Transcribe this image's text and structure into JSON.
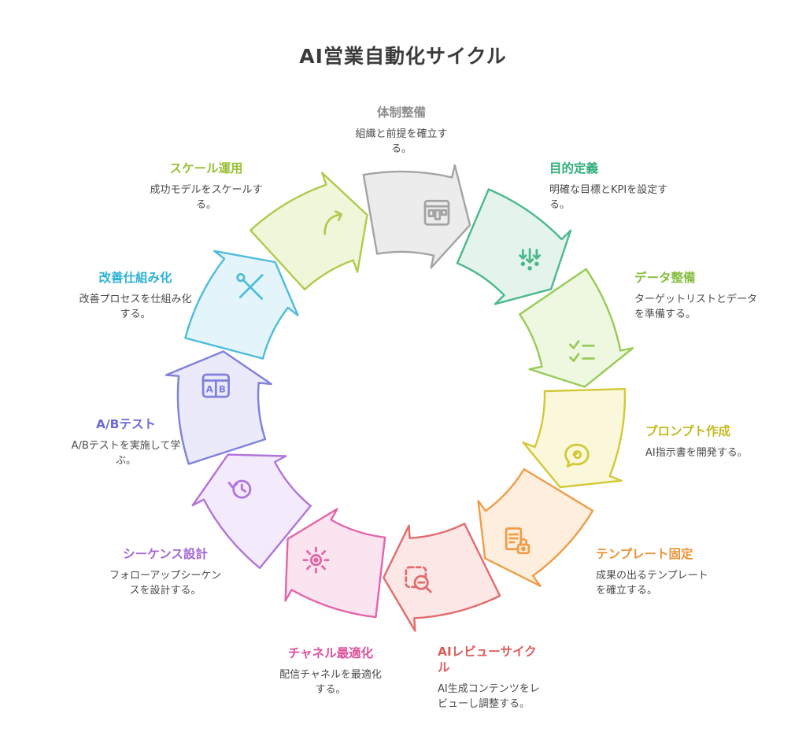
{
  "diagram": {
    "title": "AI営業自動化サイクル"
  },
  "steps": [
    {
      "id": "structure-setup",
      "title": "体制整備",
      "desc": "組織と前提を確立する。",
      "title_color": "#8e8e8e",
      "arrow_stroke": "#a3a3a3",
      "arrow_fill": "#ececec",
      "icon": "kanban-icon"
    },
    {
      "id": "goal-definition",
      "title": "目的定義",
      "desc": "明確な目標とKPIを設定する。",
      "title_color": "#2fae78",
      "arrow_stroke": "#4ab98a",
      "arrow_fill": "#e4f4ed",
      "icon": "converge-arrows-icon"
    },
    {
      "id": "data-preparation",
      "title": "データ整備",
      "desc": "ターゲットリストとデータを準備する。",
      "title_color": "#85bd3f",
      "arrow_stroke": "#97cb55",
      "arrow_fill": "#eef7e0",
      "icon": "checklist-icon"
    },
    {
      "id": "prompt-creation",
      "title": "プロンプト作成",
      "desc": "AI指示書を開発する。",
      "title_color": "#c4ba22",
      "arrow_stroke": "#d2c935",
      "arrow_fill": "#faf7da",
      "icon": "chat-icon"
    },
    {
      "id": "template-fixing",
      "title": "テンプレート固定",
      "desc": "成果の出るテンプレートを確立する。",
      "title_color": "#ee9236",
      "arrow_stroke": "#f09c48",
      "arrow_fill": "#fdeede",
      "icon": "doc-lock-icon"
    },
    {
      "id": "ai-review-cycle",
      "title": "AIレビューサイクル",
      "desc": "AI生成コンテンツをレビューし調整する。",
      "title_color": "#df5a5a",
      "arrow_stroke": "#e26b6b",
      "arrow_fill": "#fce7e7",
      "icon": "review-icon"
    },
    {
      "id": "channel-optimization",
      "title": "チャネル最適化",
      "desc": "配信チャネルを最適化する。",
      "title_color": "#de519c",
      "arrow_stroke": "#e365a9",
      "arrow_fill": "#fae4f0",
      "icon": "channel-icon"
    },
    {
      "id": "sequence-design",
      "title": "シーケンス設計",
      "desc": "フォローアップシーケンスを設計する。",
      "title_color": "#a565d6",
      "arrow_stroke": "#af74dc",
      "arrow_fill": "#f3eafb",
      "icon": "history-icon"
    },
    {
      "id": "ab-testing",
      "title": "A/Bテスト",
      "desc": "A/Bテストを実施して学ぶ。",
      "title_color": "#6b6bd6",
      "arrow_stroke": "#8080dd",
      "arrow_fill": "#eaeafa",
      "icon": "ab-icon"
    },
    {
      "id": "improvement-systemization",
      "title": "改善仕組み化",
      "desc": "改善プロセスを仕組み化する。",
      "title_color": "#2eb2d6",
      "arrow_stroke": "#4dbcdb",
      "arrow_fill": "#e3f5fa",
      "icon": "tools-icon"
    },
    {
      "id": "scale-operation",
      "title": "スケール運用",
      "desc": "成功モデルをスケールする。",
      "title_color": "#98c138",
      "arrow_stroke": "#aecb4c",
      "arrow_fill": "#f0f6da",
      "icon": "growth-icon"
    }
  ]
}
